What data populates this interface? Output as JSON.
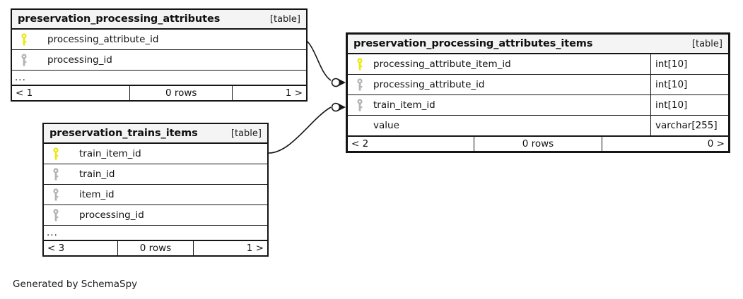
{
  "diagram": {
    "generator_note": "Generated by SchemaSpy",
    "kind_label": "[table]",
    "rows_label": "0 rows",
    "colors": {
      "primary_key": "#e8e80f",
      "foreign_key": "#b3b3b3",
      "border": "#151515",
      "header_bg": "#f4f4f4",
      "background": "#ffffff"
    }
  },
  "tables": [
    {
      "id": "preservation_processing_attributes",
      "title": "preservation_processing_attributes",
      "kind": "[table]",
      "columns": [
        {
          "name": "processing_attribute_id",
          "key": "primary",
          "type": ""
        },
        {
          "name": "processing_id",
          "key": "foreign",
          "type": ""
        }
      ],
      "has_ellipsis": true,
      "ellipsis": "...",
      "footer": {
        "prev": "< 1",
        "rows": "0 rows",
        "next": "1 >"
      }
    },
    {
      "id": "preservation_processing_attributes_items",
      "title": "preservation_processing_attributes_items",
      "kind": "[table]",
      "columns": [
        {
          "name": "processing_attribute_item_id",
          "key": "primary",
          "type": "int[10]"
        },
        {
          "name": "processing_attribute_id",
          "key": "foreign",
          "type": "int[10]"
        },
        {
          "name": "train_item_id",
          "key": "foreign",
          "type": "int[10]"
        },
        {
          "name": "value",
          "key": "none",
          "type": "varchar[255]"
        }
      ],
      "has_ellipsis": false,
      "ellipsis": "",
      "footer": {
        "prev": "< 2",
        "rows": "0 rows",
        "next": "0 >"
      }
    },
    {
      "id": "preservation_trains_items",
      "title": "preservation_trains_items",
      "kind": "[table]",
      "columns": [
        {
          "name": "train_item_id",
          "key": "primary",
          "type": ""
        },
        {
          "name": "train_id",
          "key": "foreign",
          "type": ""
        },
        {
          "name": "item_id",
          "key": "foreign",
          "type": ""
        },
        {
          "name": "processing_id",
          "key": "foreign",
          "type": ""
        }
      ],
      "has_ellipsis": true,
      "ellipsis": "...",
      "footer": {
        "prev": "< 3",
        "rows": "0 rows",
        "next": "1 >"
      }
    }
  ],
  "relationships": [
    {
      "from_table": "preservation_processing_attributes",
      "from_column": "processing_attribute_id",
      "to_table": "preservation_processing_attributes_items",
      "to_column": "processing_attribute_id",
      "notation": "crows-foot-zero-or-more"
    },
    {
      "from_table": "preservation_trains_items",
      "from_column": "train_item_id",
      "to_table": "preservation_processing_attributes_items",
      "to_column": "train_item_id",
      "notation": "crows-foot-zero-or-more"
    }
  ]
}
